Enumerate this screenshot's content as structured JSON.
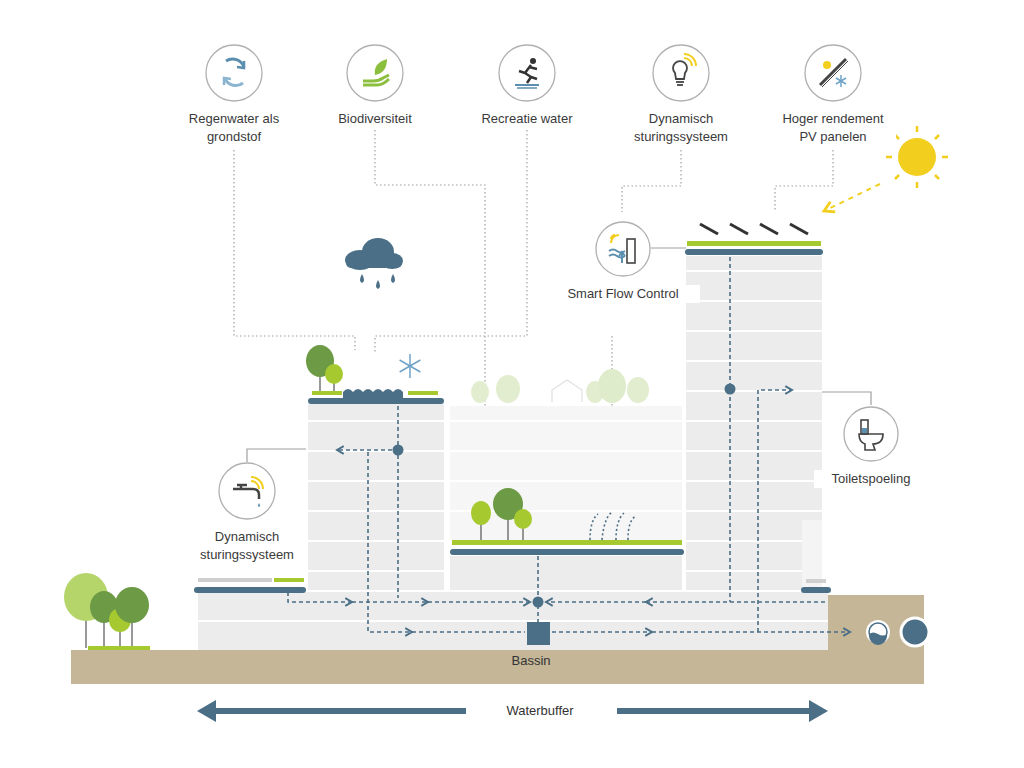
{
  "diagram": {
    "nodes": [
      {
        "text": [
          "Regenwater als grondstof"
        ]
      },
      {
        "text": [
          "Biodiversiteit"
        ]
      },
      {
        "text": [
          "Recreatie water"
        ]
      },
      {
        "text": [
          "Dynamisch sturingssysteem"
        ]
      },
      {
        "text": [
          "Hoger rendement PV panelen"
        ]
      },
      {
        "text": [
          "Smart Flow Control"
        ]
      },
      {
        "text": [
          "Toiletspoeling"
        ]
      },
      {
        "text": [
          "Dynamisch sturingssysteem"
        ]
      }
    ],
    "labels": [
      "Bassin",
      "Waterbuffer"
    ]
  }
}
